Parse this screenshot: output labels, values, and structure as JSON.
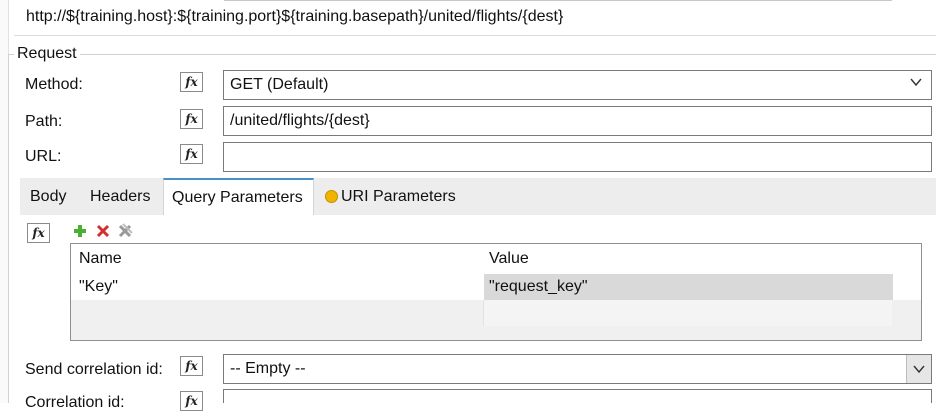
{
  "url_display": "http://${training.host}:${training.port}${training.basepath}/united/flights/{dest}",
  "group_title": "Request",
  "fx_label": "fx",
  "method": {
    "label": "Method:",
    "value": "GET (Default)"
  },
  "path": {
    "label": "Path:",
    "value": "/united/flights/{dest}"
  },
  "url": {
    "label": "URL:",
    "value": ""
  },
  "tabs": [
    {
      "label": "Body"
    },
    {
      "label": "Headers"
    },
    {
      "label": "Query Parameters",
      "active": true
    },
    {
      "label": "URI Parameters",
      "warning": true
    }
  ],
  "table": {
    "columns": [
      "Name",
      "Value"
    ],
    "rows": [
      {
        "name": "\"Key\"",
        "value": "\"request_key\""
      }
    ]
  },
  "send_correlation": {
    "label": "Send correlation id:",
    "value": "-- Empty --"
  },
  "correlation": {
    "label": "Correlation id:"
  }
}
